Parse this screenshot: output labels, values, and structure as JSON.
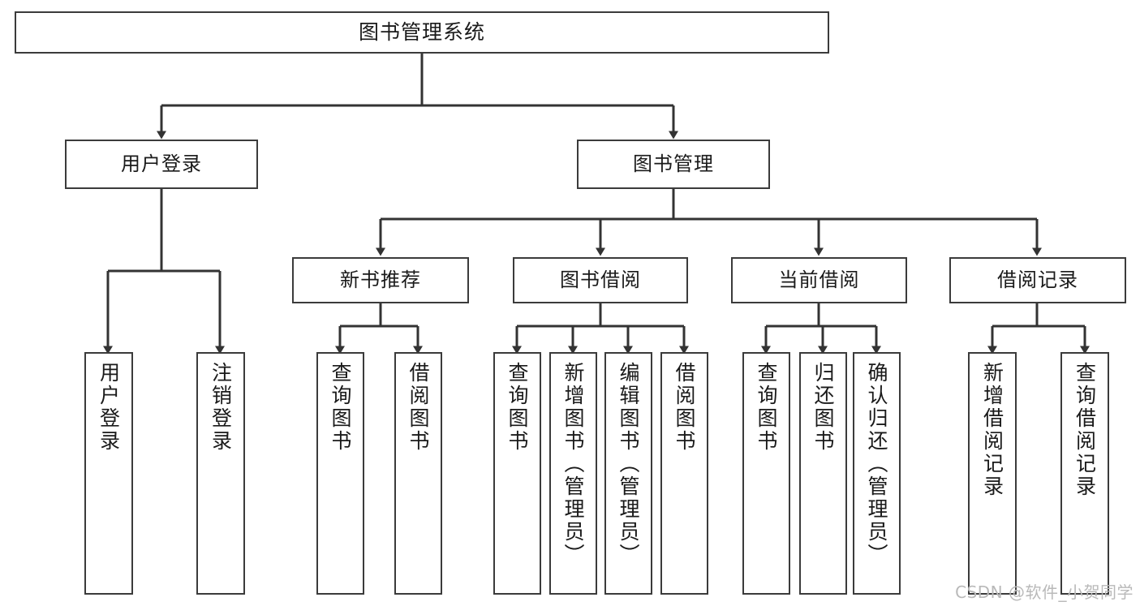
{
  "diagram": {
    "type": "tree-hierarchy",
    "title": "图书管理系统",
    "nodes": {
      "root": {
        "label": "图书管理系统"
      },
      "level2": [
        {
          "id": "user-login",
          "label": "用户登录"
        },
        {
          "id": "book-manage",
          "label": "图书管理"
        }
      ],
      "level3": [
        {
          "id": "new-book-recommend",
          "label": "新书推荐"
        },
        {
          "id": "book-borrow",
          "label": "图书借阅"
        },
        {
          "id": "current-borrow",
          "label": "当前借阅"
        },
        {
          "id": "borrow-record",
          "label": "借阅记录"
        }
      ],
      "leaves": {
        "user_login": [
          {
            "id": "leaf-user-login",
            "label": "用户登录"
          },
          {
            "id": "leaf-logout-login",
            "label": "注销登录"
          }
        ],
        "new_book_recommend": [
          {
            "id": "leaf-query-book-1",
            "label": "查询图书"
          },
          {
            "id": "leaf-borrow-book-1",
            "label": "借阅图书"
          }
        ],
        "book_borrow": [
          {
            "id": "leaf-query-book-2",
            "label": "查询图书"
          },
          {
            "id": "leaf-add-book-admin",
            "label": "新增图书（管理员）"
          },
          {
            "id": "leaf-edit-book-admin",
            "label": "编辑图书（管理员）"
          },
          {
            "id": "leaf-borrow-book-2",
            "label": "借阅图书"
          }
        ],
        "current_borrow": [
          {
            "id": "leaf-query-book-3",
            "label": "查询图书"
          },
          {
            "id": "leaf-return-book",
            "label": "归还图书"
          },
          {
            "id": "leaf-confirm-return-admin",
            "label": "确认归还（管理员）"
          }
        ],
        "borrow_record": [
          {
            "id": "leaf-add-borrow-record",
            "label": "新增借阅记录"
          },
          {
            "id": "leaf-query-borrow-record",
            "label": "查询借阅记录"
          }
        ]
      }
    },
    "colors": {
      "background": "#ffffff",
      "box_border": "#3b3b3b",
      "box_fill": "#ffffff",
      "connector": "#333333",
      "text": "#1a1a1a",
      "watermark": "#b9b9b9"
    }
  },
  "watermark": {
    "text": "CSDN @软件_小贺同学"
  }
}
